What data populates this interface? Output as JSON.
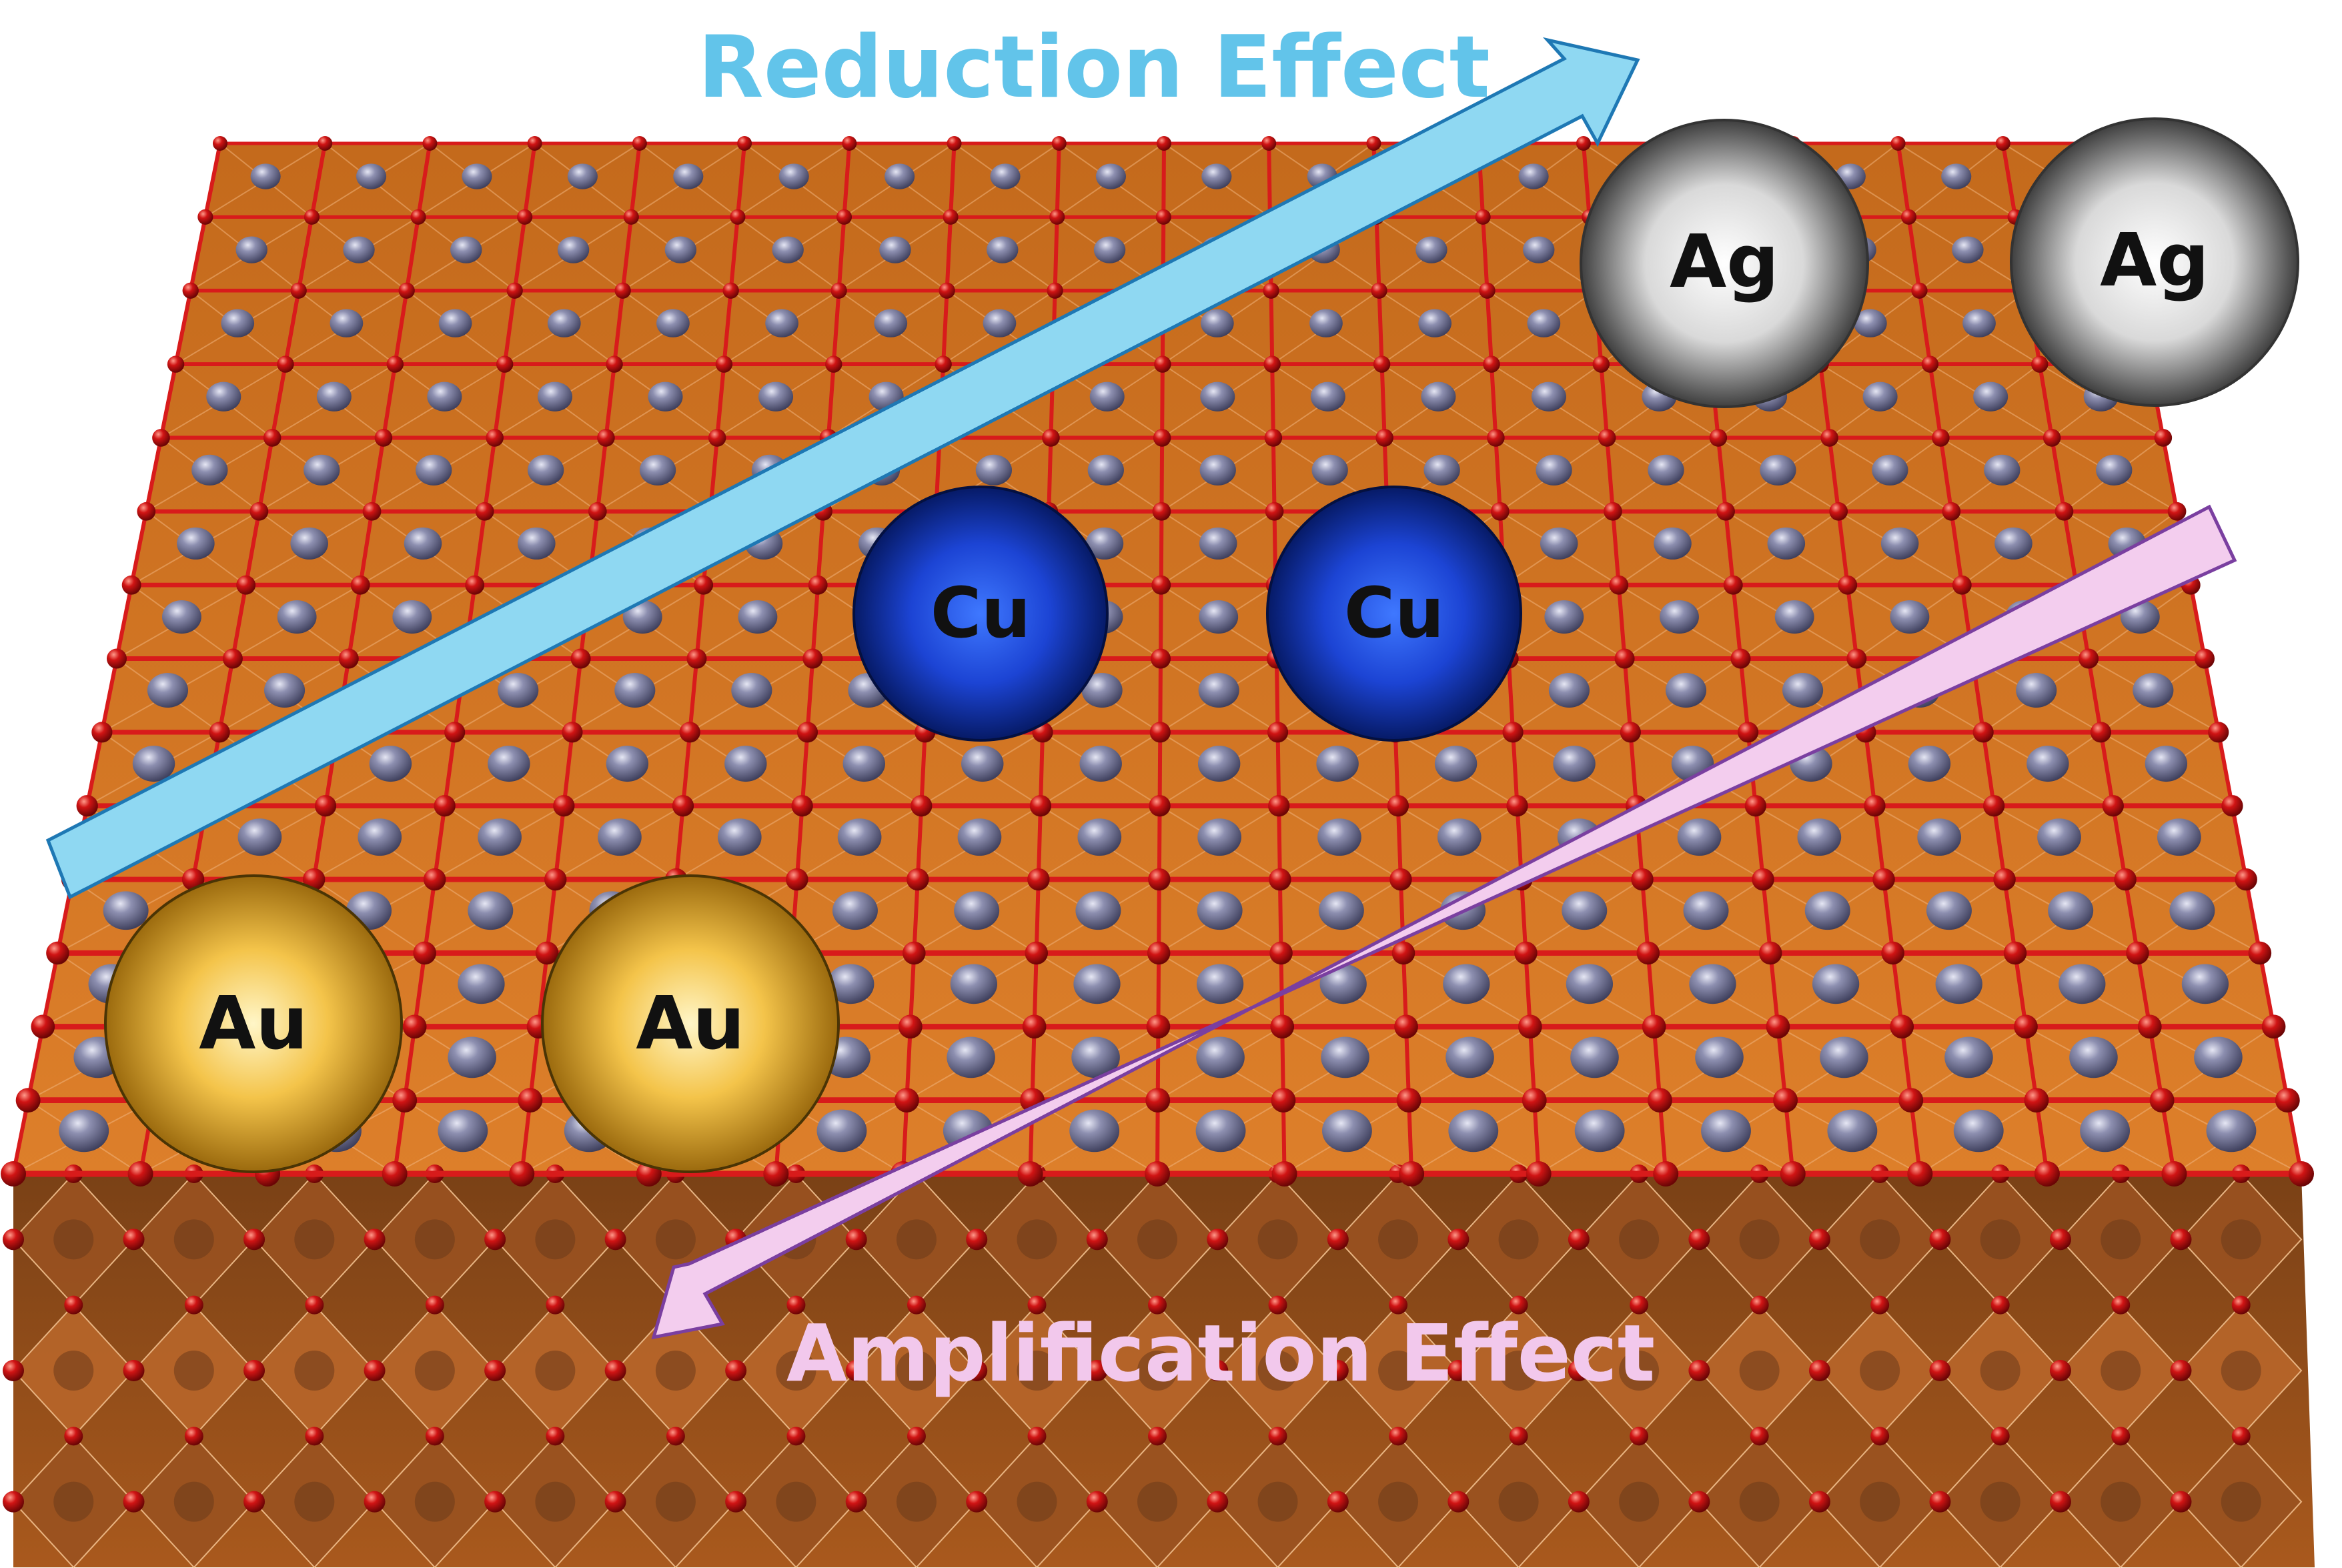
{
  "labels": {
    "reduction": "Reduction Effect",
    "amplification": "Amplification Effect"
  },
  "particles": [
    {
      "symbol": "Ag",
      "kind": "silver"
    },
    {
      "symbol": "Ag",
      "kind": "silver"
    },
    {
      "symbol": "Cu",
      "kind": "copper"
    },
    {
      "symbol": "Cu",
      "kind": "copper"
    },
    {
      "symbol": "Au",
      "kind": "gold"
    },
    {
      "symbol": "Au",
      "kind": "gold"
    }
  ],
  "colors": {
    "reduction_arrow_fill": "#8fd8f2",
    "reduction_arrow_stroke": "#1e78b4",
    "reduction_text": "#62c4ea",
    "amplification_arrow_fill": "#f3cdee",
    "amplification_arrow_stroke": "#7a3fa0",
    "amplification_text": "#f2c8ec",
    "lattice_top": "#d2731e",
    "lattice_side": "#8a4a18",
    "metal_atom": "#6e7092",
    "oxygen_atom": "#cc1010",
    "bond": "#d81b1b"
  }
}
